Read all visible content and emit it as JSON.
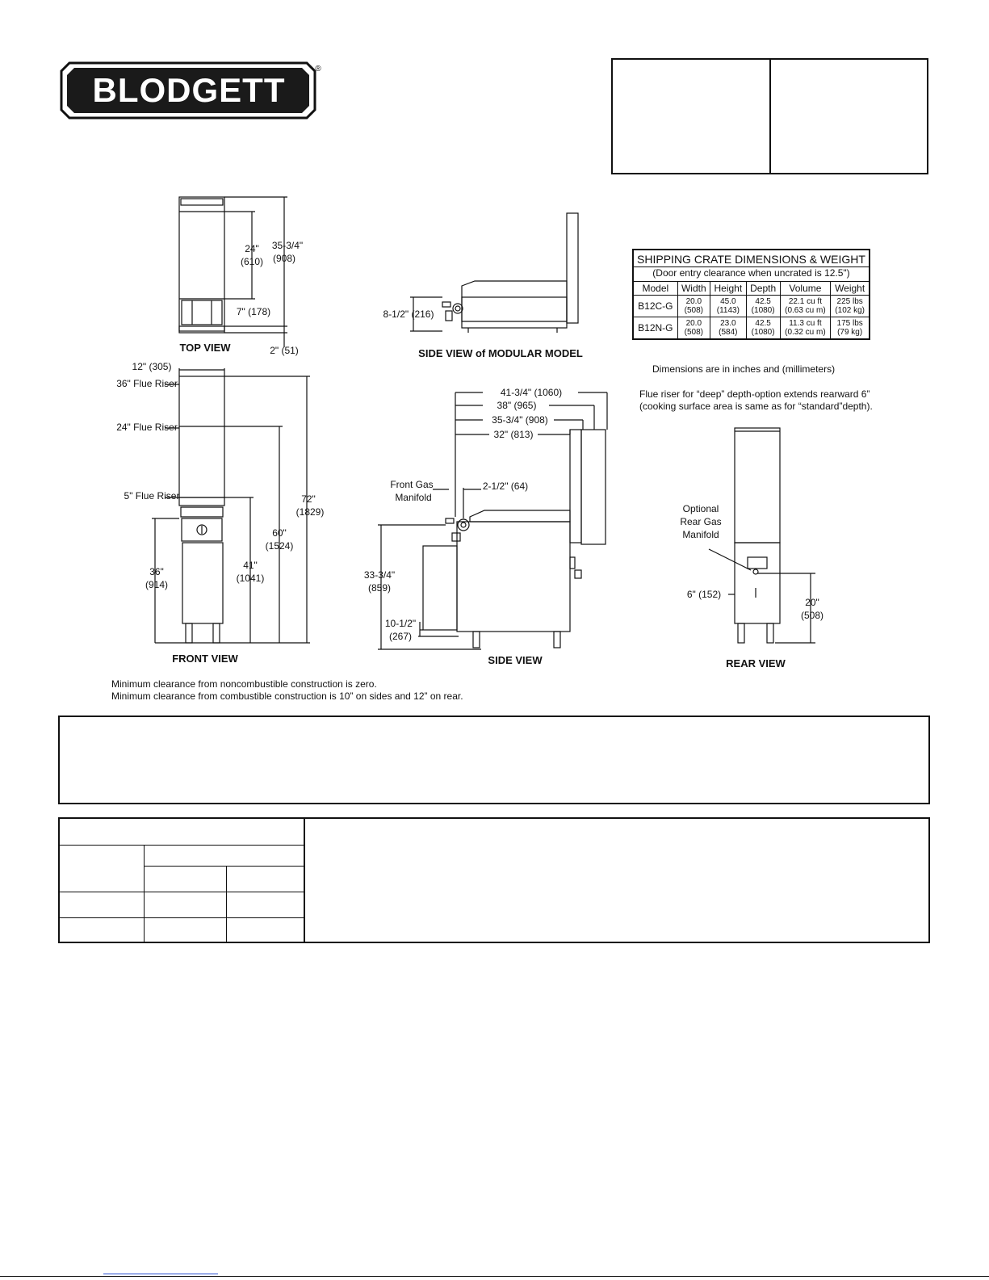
{
  "brand": {
    "logo_text": "BLODGETT",
    "registered_mark": "®"
  },
  "views": {
    "top_view": "TOP VIEW",
    "side_view_modular": "SIDE VIEW of MODULAR MODEL",
    "front_view": "FRONT VIEW",
    "side_view": "SIDE VIEW",
    "rear_view": "REAR VIEW"
  },
  "dimensions": {
    "top_24": "24\"",
    "top_24_mm": "(610)",
    "top_35": "35-3/4\"",
    "top_35_mm": "(908)",
    "top_7": "7\" (178)",
    "top_2": "2\" (51)",
    "modular_8": "8-1/2\" (216)",
    "front_12": "12\" (305)",
    "flue_36": "36\" Flue Riser",
    "flue_24": "24\" Flue Riser",
    "flue_5": "5\" Flue Riser",
    "front_72": "72\"",
    "front_72_mm": "(1829)",
    "front_60": "60\"",
    "front_60_mm": "(1524)",
    "front_41": "41\"",
    "front_41_mm": "(1041)",
    "front_36": "36\"",
    "front_36_mm": "(914)",
    "side_41": "41-3/4\" (1060)",
    "side_38": "38\" (965)",
    "side_35": "35-3/4\" (908)",
    "side_32": "32\" (813)",
    "front_gas_1": "Front Gas",
    "front_gas_2": "Manifold",
    "side_2": "2-1/2\" (64)",
    "side_33": "33-3/4\"",
    "side_33_mm": "(859)",
    "side_10": "10-1/2\"",
    "side_10_mm": "(267)",
    "rear_opt_1": "Optional",
    "rear_opt_2": "Rear Gas",
    "rear_opt_3": "Manifold",
    "rear_6": "6\" (152)",
    "rear_20": "20\"",
    "rear_20_mm": "(508)"
  },
  "crate": {
    "title": "SHIPPING CRATE DIMENSIONS & WEIGHT",
    "subtitle": "(Door entry clearance when uncrated is 12.5\")",
    "headers": [
      "Model",
      "Width",
      "Height",
      "Depth",
      "Volume",
      "Weight"
    ],
    "rows": [
      {
        "model": "B12C-G",
        "width": "20.0",
        "width_mm": "(508)",
        "height": "45.0",
        "height_mm": "(1143)",
        "depth": "42.5",
        "depth_mm": "(1080)",
        "volume": "22.1 cu ft",
        "volume_m": "(0.63 cu m)",
        "weight": "225 lbs",
        "weight_kg": "(102 kg)"
      },
      {
        "model": "B12N-G",
        "width": "20.0",
        "width_mm": "(508)",
        "height": "23.0",
        "height_mm": "(584)",
        "depth": "42.5",
        "depth_mm": "(1080)",
        "volume": "11.3 cu ft",
        "volume_m": "(0.32 cu m)",
        "weight": "175 lbs",
        "weight_kg": "(79 kg)"
      }
    ]
  },
  "notes": {
    "units": "Dimensions are in inches and (millimeters)",
    "flue_1": "Flue riser for “deep” depth-option extends rearward 6”",
    "flue_2": "(cooking surface area is same as for “standard”depth).",
    "clearance_1": "Minimum clearance from noncombustible construction is zero.",
    "clearance_2": "Minimum clearance from combustible construction is 10” on sides and 12” on rear."
  }
}
